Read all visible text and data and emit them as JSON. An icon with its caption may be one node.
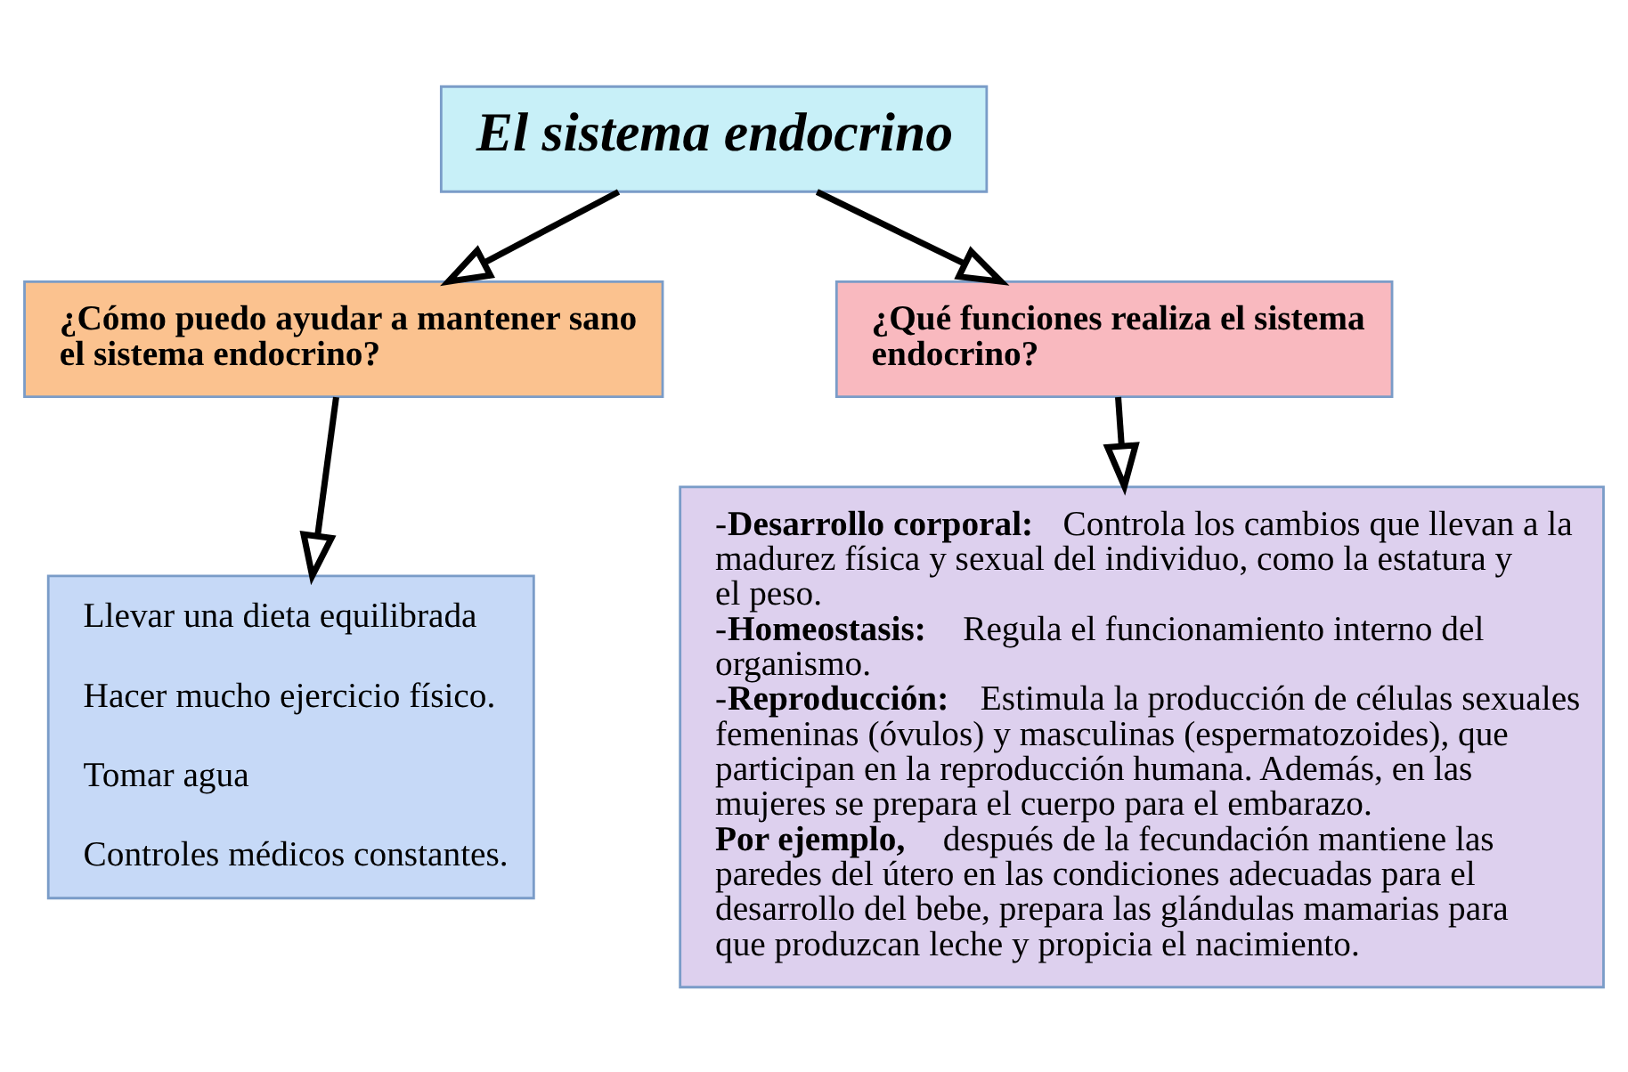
{
  "diagram": {
    "nodes": [
      {
        "text": [
          "El sistema endocrino"
        ]
      },
      {
        "text": [
          "¿Cómo puedo ayudar a mantener sano el sistema endocrino?"
        ]
      },
      {
        "text": [
          "¿Qué funciones realiza el sistema endocrino?"
        ]
      },
      {
        "text": [
          "Llevar una dieta equilibrada",
          "Hacer mucho ejercicio físico.",
          "Tomar agua",
          "Controles médicos constantes."
        ]
      },
      {
        "text": [
          "-**Desarrollo corporal:** Controla los cambios que llevan a la madurez física y sexual del individuo, como la estatura y el peso.",
          "-**Homeostasis:** Regula el funcionamiento interno del organismo.",
          "-**Reproducción:** Estimula la producción de células sexuales femeninas (óvulos) y masculinas (espermatozoides), que participan en la reproducción humana. Además, en las mujeres se prepara el cuerpo para el embarazo.",
          "**Por ejemplo,** después de la fecundación mantiene las paredes del útero en las condiciones adecuadas para el desarrollo del bebe, prepara las glándulas mamarias para que produzcan leche y propicia el nacimiento."
        ]
      }
    ],
    "edges": [
      {
        "from": 0,
        "to": 1,
        "arrow": "to"
      },
      {
        "from": 0,
        "to": 2,
        "arrow": "to"
      },
      {
        "from": 1,
        "to": 3,
        "arrow": "to"
      },
      {
        "from": 2,
        "to": 4,
        "arrow": "to"
      }
    ]
  }
}
